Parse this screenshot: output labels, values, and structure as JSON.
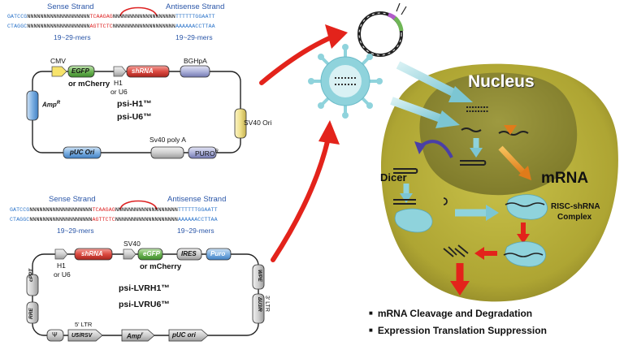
{
  "vector1": {
    "sense_strand": "Sense Strand",
    "antisense_strand": "Antisense  Strand",
    "seq_top_a": "GATCCG",
    "seq_top_b": "NNNNNNNNNNNNNNNNNNN",
    "seq_top_loop": "TCAAGAG",
    "seq_top_c": "NNNNNNNNNNNNNNNNNNN",
    "seq_top_d": "TTTTTTGGAATT",
    "seq_bot_a": "CTAGGC",
    "seq_bot_b": "NNNNNNNNNNNNNNNNNNN",
    "seq_bot_loop": "AGTTCTC",
    "seq_bot_c": "NNNNNNNNNNNNNNNNNNN",
    "seq_bot_d": "AAAAAACCTTAA",
    "mers_left": "19~29-mers",
    "mers_right": "19~29-mers",
    "cmv": "CMV",
    "egfp": "EGFP",
    "or_mcherry": "or mCherry",
    "shrna": "shRNA",
    "h1": "H1",
    "or_u6": "or U6",
    "bghpa": "BGHpA",
    "ampr": "Amp",
    "ampr_sup": "R",
    "product_1": "psi-H1™",
    "product_2": "psi-U6™",
    "sv40_ori": "SV40 Ori",
    "puc_ori": "pUC Ori",
    "sv40_polya": "Sv40 poly A",
    "puro": "PURO",
    "puro_sup": "R"
  },
  "vector2": {
    "sense_strand": "Sense Strand",
    "antisense_strand": "Antisense  Strand",
    "seq_top_a": "GATCCG",
    "seq_top_b": "NNNNNNNNNNNNNNNNNNN",
    "seq_top_loop": "TCAAGAG",
    "seq_top_c": "NNNNNNNNNNNNNNNNNNN",
    "seq_top_d": "TTTTTTGGAATT",
    "seq_bot_a": "CTAGGC",
    "seq_bot_b": "NNNNNNNNNNNNNNNNNNN",
    "seq_bot_loop": "AGTTCTC",
    "seq_bot_c": "NNNNNNNNNNNNNNNNNNN",
    "seq_bot_d": "AAAAAACCTTAA",
    "mers_left": "19~29-mers",
    "mers_right": "19~29-mers",
    "shrna": "shRNA",
    "sv40": "SV40",
    "egfp": "eGFP",
    "ires": "IRES",
    "puro": "Puro",
    "or_mcherry": "or mCherry",
    "h1": "H1",
    "or_u6": "or U6",
    "cppt": "cPPT",
    "wpe": "WPE",
    "ltr3": "3' LTR",
    "du3r": "ΔU3/R",
    "rre": "RRE",
    "product_1": "psi-LVRH1™",
    "product_2": "psi-LVRU6™",
    "psi": "Ψ",
    "ltr5": "5' LTR",
    "u5rsv": "U5/RSV",
    "amp": "Amp",
    "amp_sup": "r",
    "puc_ori": "pUC ori"
  },
  "cell": {
    "nucleus": "Nucleus",
    "mrna": "mRNA",
    "dicer": "Dicer",
    "risc": "RISC-shRNA",
    "complex": "Complex"
  },
  "legend": {
    "item_1": "mRNA Cleavage and Degradation",
    "item_2": "Expression Translation Suppression",
    "bullet": "■"
  },
  "colors": {
    "sequence_blue": "#2a73c9",
    "loop_red": "#d22222",
    "shrna_red": "#d9463e",
    "egfp_green": "#57a63b",
    "cytoplasm": "#b5ae3a",
    "nucleus": "#8d8a33",
    "arrow_red": "#e3231b",
    "arrow_cyan": "#8fd3dc"
  }
}
